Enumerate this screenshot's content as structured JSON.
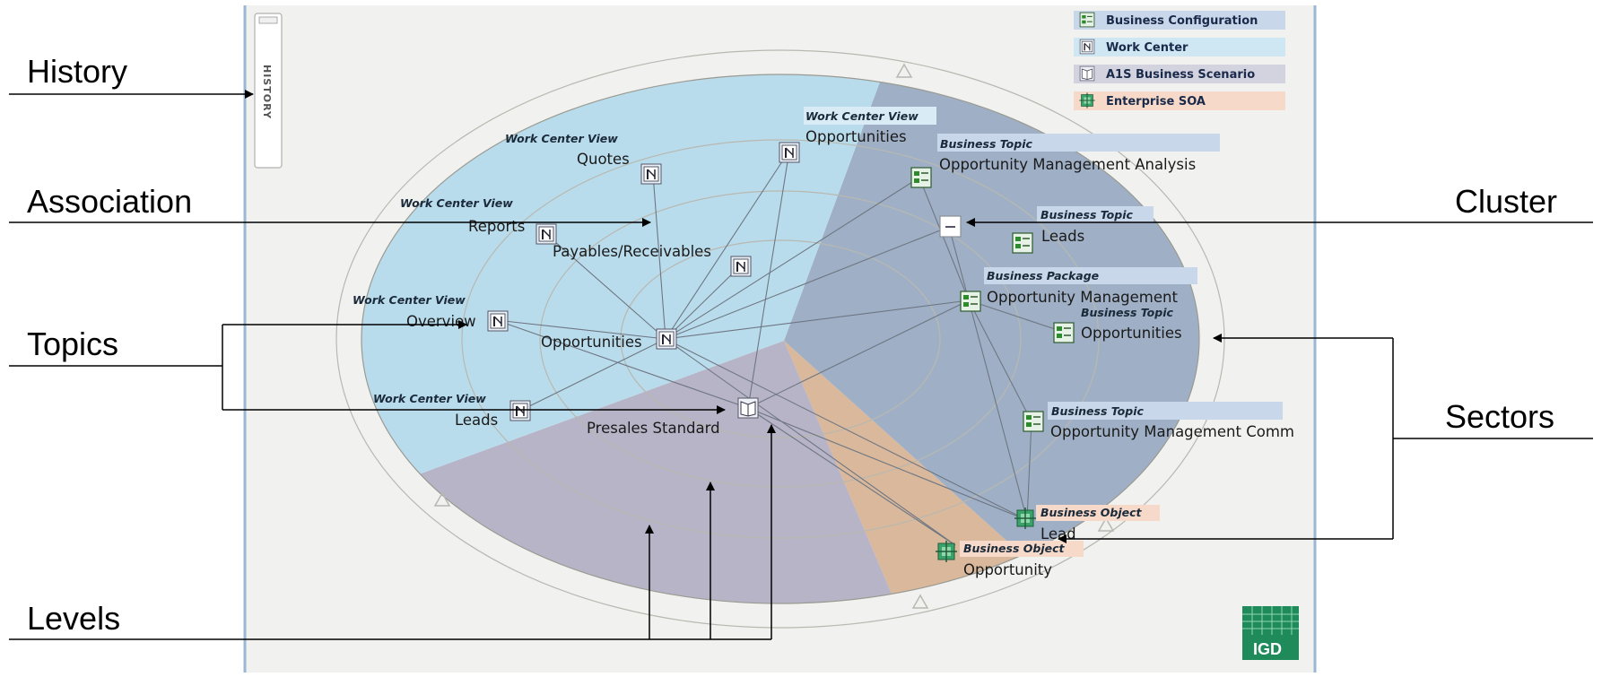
{
  "callouts": {
    "history": "History",
    "association": "Association",
    "topics": "Topics",
    "levels": "Levels",
    "cluster": "Cluster",
    "sectors": "Sectors"
  },
  "history_tab": "HISTORY",
  "legend": [
    {
      "label": "Business Configuration",
      "color": "#c9d7ea"
    },
    {
      "label": "Work Center",
      "color": "#cfe7f3"
    },
    {
      "label": "A1S Business Scenario",
      "color": "#d3d3e0"
    },
    {
      "label": "Enterprise SOA",
      "color": "#f6d9c8"
    }
  ],
  "sector_colors": {
    "work_center": "#b9dcec",
    "business_config": "#9fb0c6",
    "scenario": "#b7b4c7",
    "enterprise_soa": "#d9b89c"
  },
  "nodes": {
    "wc_quotes": {
      "type": "Work Center View",
      "label": "Quotes"
    },
    "wc_reports": {
      "type": "Work Center View",
      "label": "Reports"
    },
    "payables": {
      "label": "Payables/Receivables"
    },
    "wc_overview": {
      "type": "Work Center View",
      "label": "Overview"
    },
    "opportunities_center": {
      "label": "Opportunities"
    },
    "wc_leads": {
      "type": "Work Center View",
      "label": "Leads"
    },
    "presales": {
      "label": "Presales Standard"
    },
    "wc_opportunities": {
      "type": "Work Center View",
      "label": "Opportunities"
    },
    "bt_oma": {
      "type": "Business Topic",
      "label": "Opportunity Management Analysis"
    },
    "bt_leads": {
      "type": "Business Topic",
      "label": "Leads"
    },
    "bp_om": {
      "type": "Business Package",
      "label": "Opportunity Management"
    },
    "bt_opps": {
      "type": "Business Topic",
      "label": "Opportunities"
    },
    "bt_omc": {
      "type": "Business Topic",
      "label": "Opportunity Management Comm"
    },
    "bo_lead": {
      "type": "Business Object",
      "label": "Lead"
    },
    "bo_opportunity": {
      "type": "Business Object",
      "label": "Opportunity"
    }
  },
  "logo_text": "IGD"
}
